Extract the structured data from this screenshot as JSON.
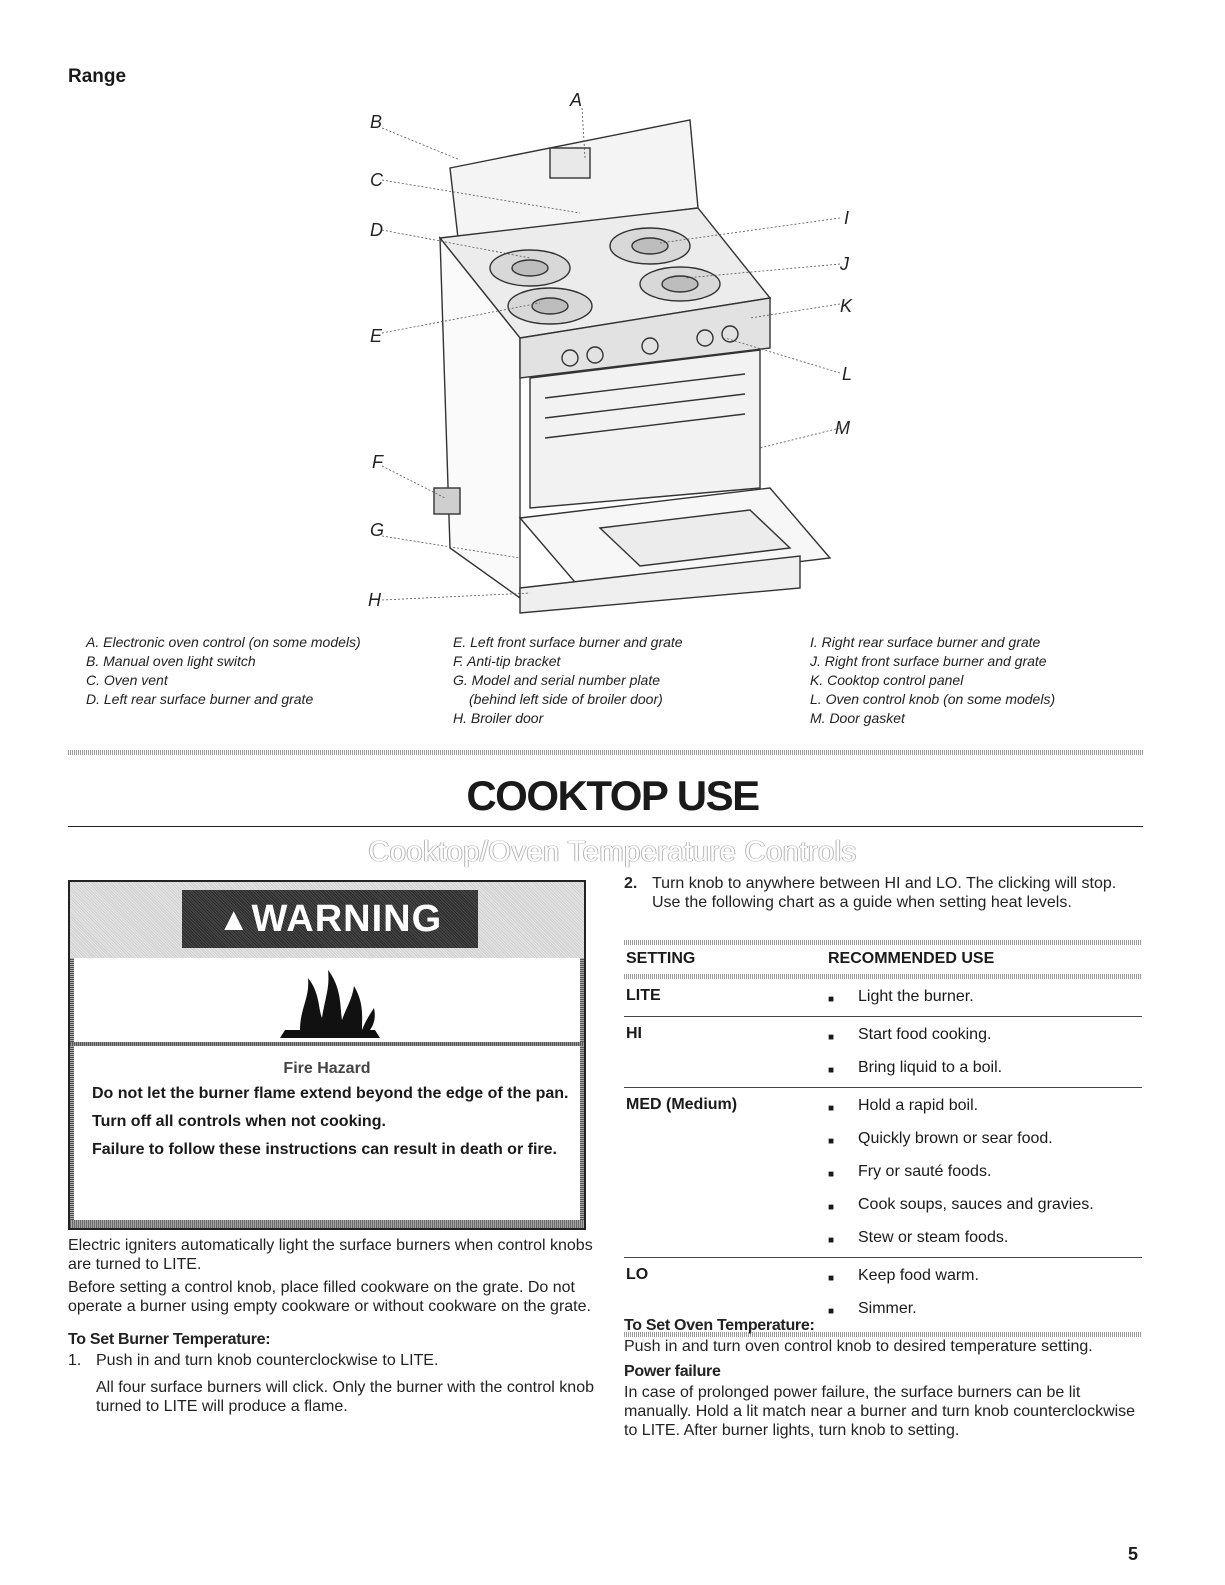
{
  "section_title": "Range",
  "diagram": {
    "callouts": [
      "A",
      "B",
      "C",
      "D",
      "E",
      "F",
      "G",
      "H",
      "I",
      "J",
      "K",
      "L",
      "M"
    ]
  },
  "legend": {
    "col1": [
      "A. Electronic oven control (on some models)",
      "B. Manual oven light switch",
      "C. Oven vent",
      "D. Left rear surface burner and grate"
    ],
    "col2": [
      "E. Left front surface burner and grate",
      "F. Anti-tip bracket",
      "G. Model and serial number plate",
      "(behind left side of broiler door)",
      "H. Broiler door"
    ],
    "col3": [
      "I. Right rear surface burner and grate",
      "J. Right front surface burner and grate",
      "K. Cooktop control panel",
      "L. Oven control knob (on some models)",
      "M. Door gasket"
    ]
  },
  "main_title": "COOKTOP USE",
  "subheading": "Cooktop/Oven Temperature Controls",
  "warning": {
    "banner": "WARNING",
    "icon": "fire-hazard-icon",
    "hazard_title": "Fire Hazard",
    "lines": [
      "Do not let the burner flame extend beyond the edge of the pan.",
      "Turn off all controls when not cooking.",
      "Failure to follow these instructions can result in death or fire."
    ]
  },
  "left": {
    "p1": "Electric igniters automatically light the surface burners when control knobs are turned to LITE.",
    "p2": "Before setting a control knob, place filled cookware on the grate. Do not operate a burner using empty cookware or without cookware on the grate.",
    "burner_heading": "To Set Burner Temperature:",
    "step1_num": "1.",
    "step1": "Push in and turn knob counterclockwise to LITE.",
    "step1_note": "All four surface burners will click. Only the burner with the control knob turned to LITE will produce a flame."
  },
  "right": {
    "step2_num": "2.",
    "step2": "Turn knob to anywhere between HI and LO. The clicking will stop. Use the following chart as a guide when setting heat levels.",
    "oven_heading": "To Set Oven Temperature:",
    "oven_text": "Push in and turn oven control knob to desired temperature setting.",
    "power_heading": "Power failure",
    "power_text": "In case of prolonged power failure, the surface burners can be lit manually. Hold a lit match near a burner and turn knob counterclockwise to LITE. After burner lights, turn knob to setting."
  },
  "heat_table": {
    "header_setting": "SETTING",
    "header_use": "RECOMMENDED USE",
    "rows": [
      {
        "setting": "LITE",
        "uses": [
          "Light the burner."
        ]
      },
      {
        "setting": "HI",
        "uses": [
          "Start food cooking.",
          "Bring liquid to a boil."
        ]
      },
      {
        "setting": "MED (Medium)",
        "uses": [
          "Hold a rapid boil.",
          "Quickly brown or sear food.",
          "Fry or sauté foods.",
          "Cook soups, sauces and gravies.",
          "Stew or steam foods."
        ]
      },
      {
        "setting": "LO",
        "uses": [
          "Keep food warm.",
          "Simmer."
        ]
      }
    ]
  },
  "page_number": "5"
}
